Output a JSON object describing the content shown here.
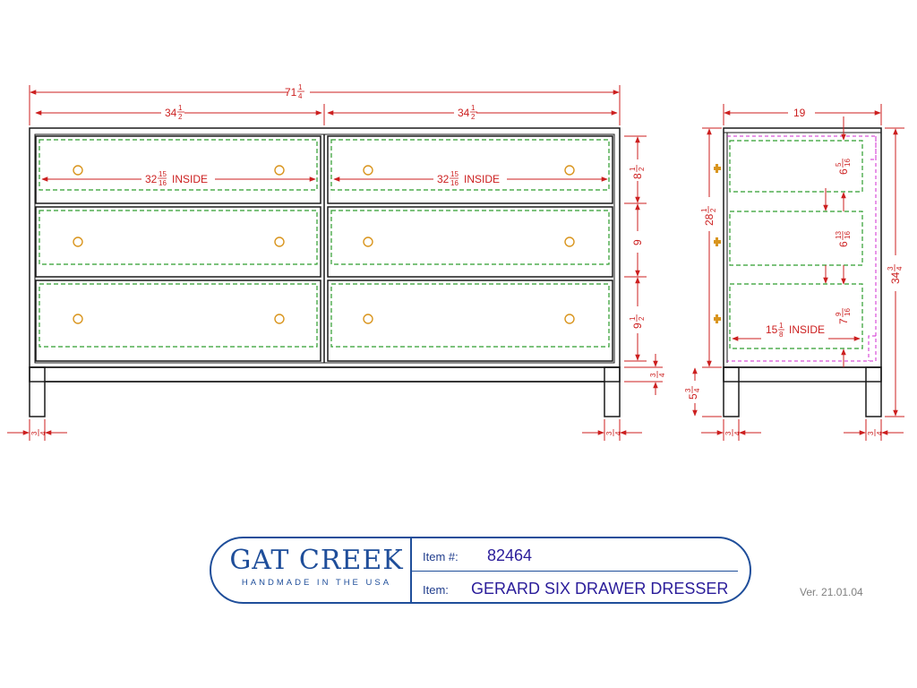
{
  "front_view": {
    "overall_width": {
      "whole": "71",
      "num": "1",
      "den": "4"
    },
    "left_half_width": {
      "whole": "34",
      "num": "1",
      "den": "2"
    },
    "right_half_width": {
      "whole": "34",
      "num": "1",
      "den": "2"
    },
    "drawer_inside_left": {
      "whole": "32",
      "num": "15",
      "den": "16",
      "suffix": "INSIDE"
    },
    "drawer_inside_right": {
      "whole": "32",
      "num": "15",
      "den": "16",
      "suffix": "INSIDE"
    },
    "drawer_heights": [
      {
        "whole": "8",
        "num": "1",
        "den": "2"
      },
      {
        "whole": "9",
        "num": "",
        "den": ""
      },
      {
        "whole": "9",
        "num": "1",
        "den": "2"
      }
    ],
    "base_rail": {
      "whole": "",
      "num": "3",
      "den": "4"
    },
    "leg_left": {
      "whole": "",
      "num": "3",
      "den": "4"
    },
    "leg_right": {
      "whole": "",
      "num": "3",
      "den": "4"
    }
  },
  "side_view": {
    "depth": {
      "whole": "19",
      "num": "",
      "den": ""
    },
    "case_height": {
      "whole": "28",
      "num": "1",
      "den": "2"
    },
    "overall_height": {
      "whole": "34",
      "num": "3",
      "den": "4"
    },
    "leg_height": {
      "whole": "5",
      "num": "3",
      "den": "4"
    },
    "drawer_inside_depths": [
      {
        "whole": "6",
        "num": "5",
        "den": "16"
      },
      {
        "whole": "6",
        "num": "13",
        "den": "16"
      },
      {
        "whole": "7",
        "num": "9",
        "den": "16"
      }
    ],
    "drawer_inside_length": {
      "whole": "15",
      "num": "1",
      "den": "8",
      "suffix": "INSIDE"
    },
    "leg_left": {
      "whole": "",
      "num": "3",
      "den": "4"
    },
    "leg_right": {
      "whole": "",
      "num": "3",
      "den": "4"
    }
  },
  "title_block": {
    "brand": "GAT CREEK",
    "tagline": "HANDMADE IN THE USA",
    "item_number_label": "Item #:",
    "item_number": "82464",
    "item_label": "Item:",
    "item_name": "GERARD SIX DRAWER DRESSER"
  },
  "version": "Ver. 21.01.04",
  "colors": {
    "outline": "#1a1a1a",
    "dimension": "#cc1f1f",
    "drawer_box": "#2e9e2e",
    "knob": "#d9951e",
    "back_panel": "#d02bd0",
    "brand": "#1f4e9a"
  }
}
